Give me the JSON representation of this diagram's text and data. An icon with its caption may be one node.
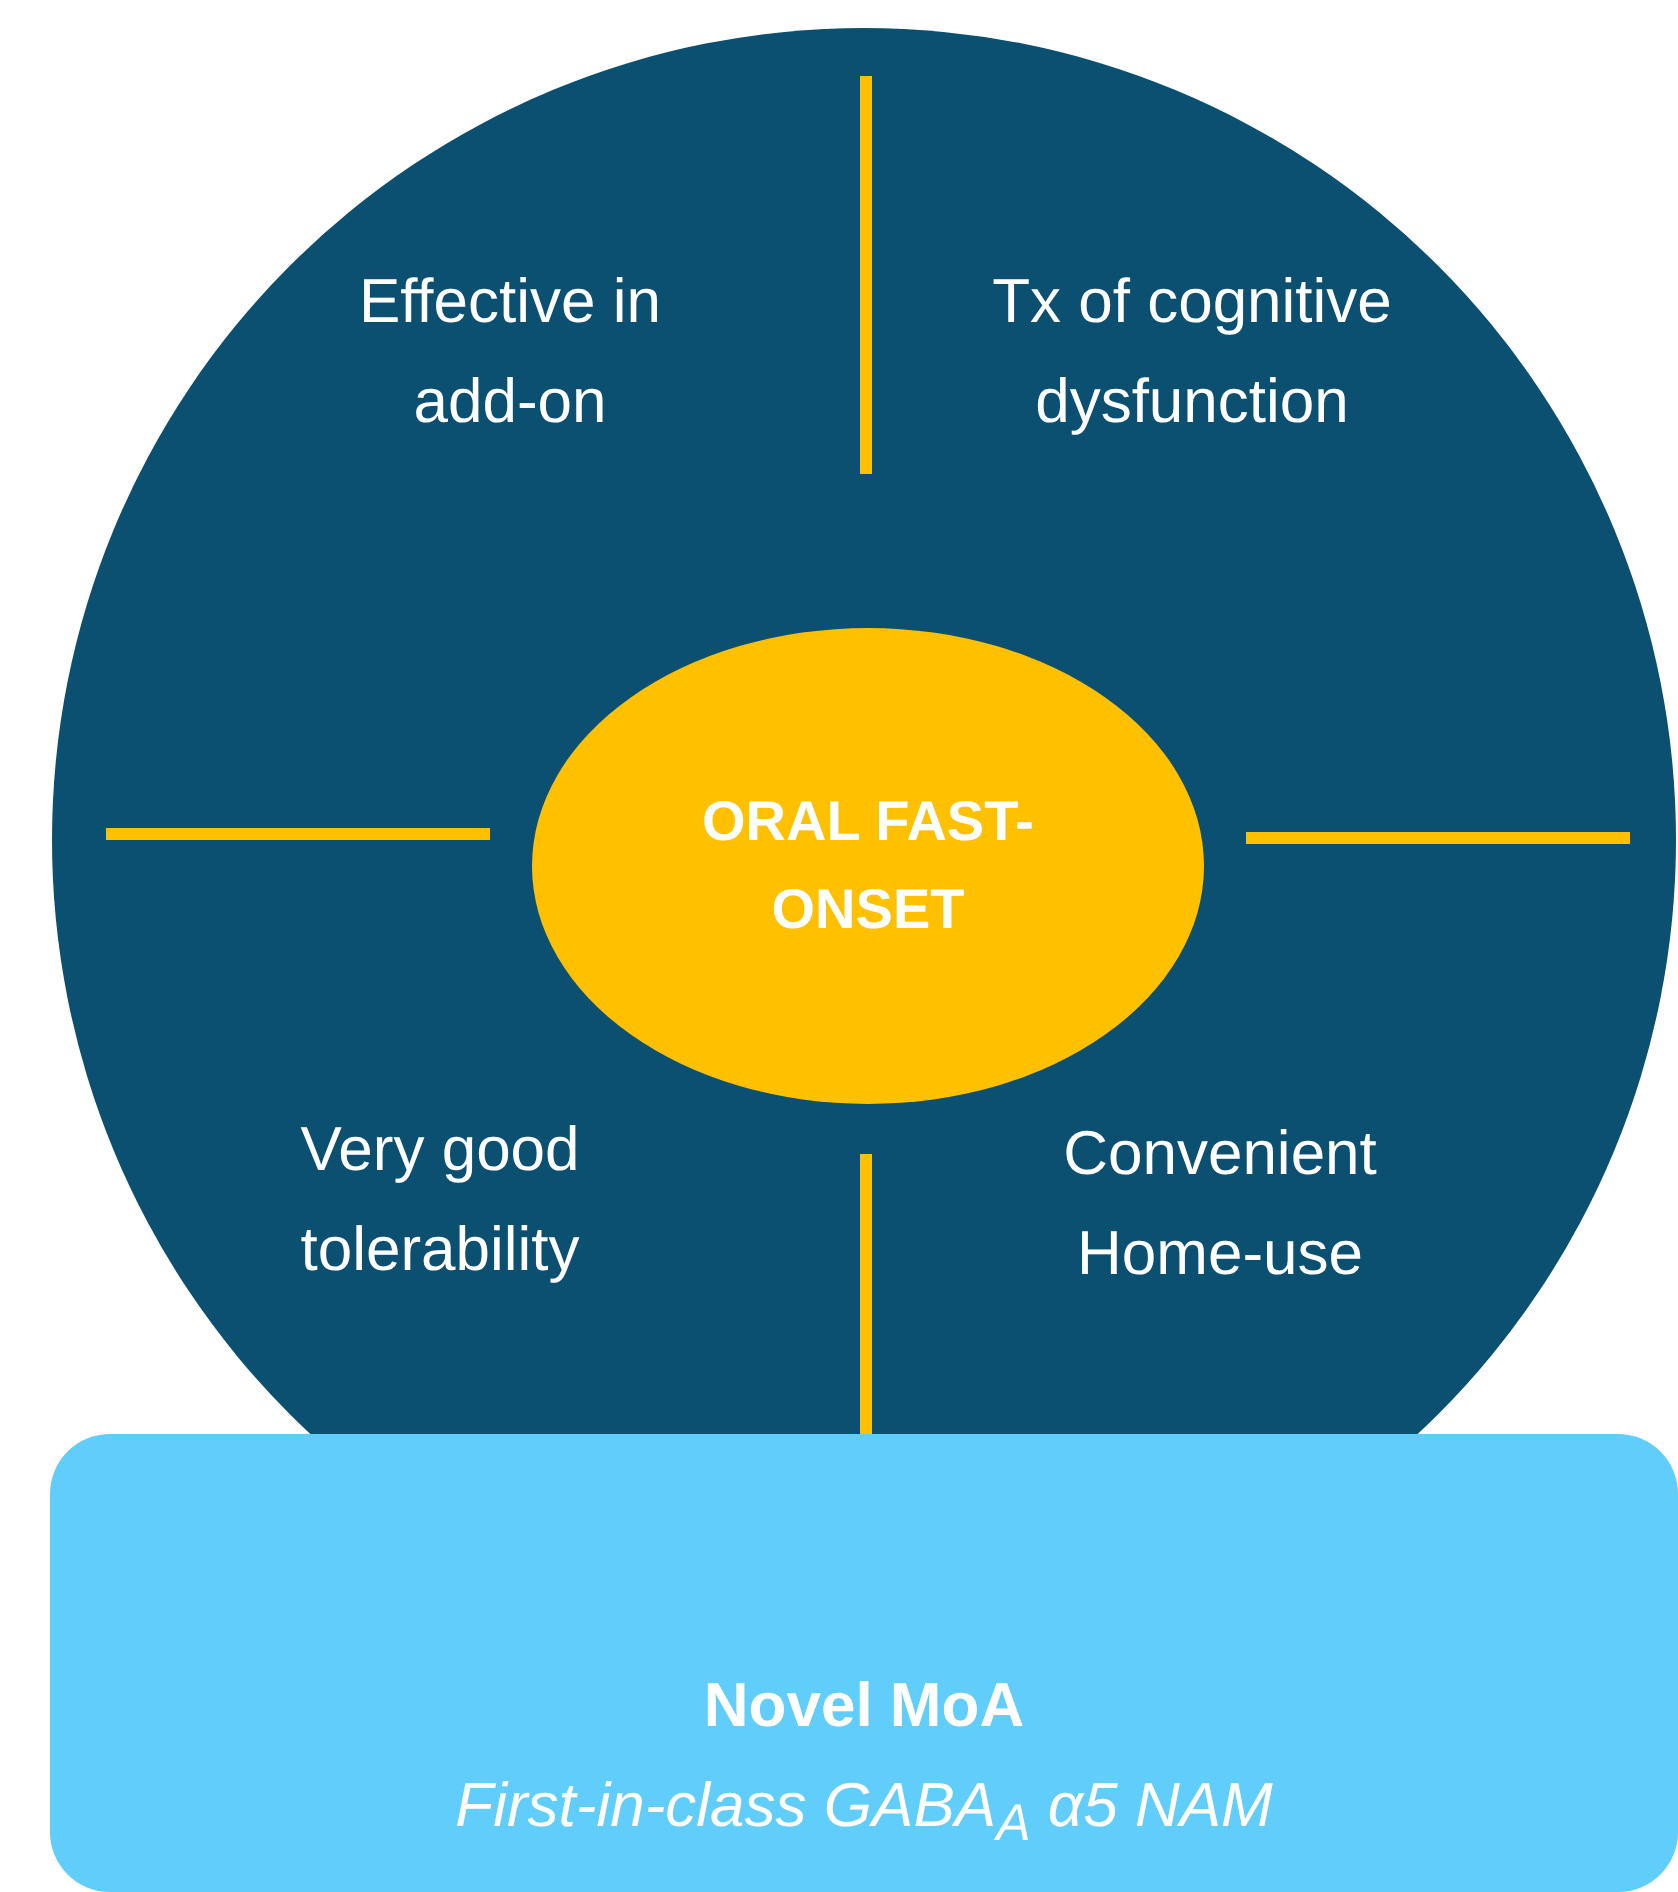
{
  "diagram": {
    "nodes": [
      {
        "text": [],
        "shape": "circle"
      },
      {
        "text": [
          "ORAL FAST-ONSET"
        ],
        "in": 0
      },
      {
        "text": [
          "Novel MoA",
          "First-in-class GABA$_{A}$ α5 NAM"
        ]
      }
    ],
    "labels": [
      "Effective in add-on",
      "Tx of cognitive dysfunction",
      "Very good tolerability",
      "Convenient Home-use"
    ]
  }
}
